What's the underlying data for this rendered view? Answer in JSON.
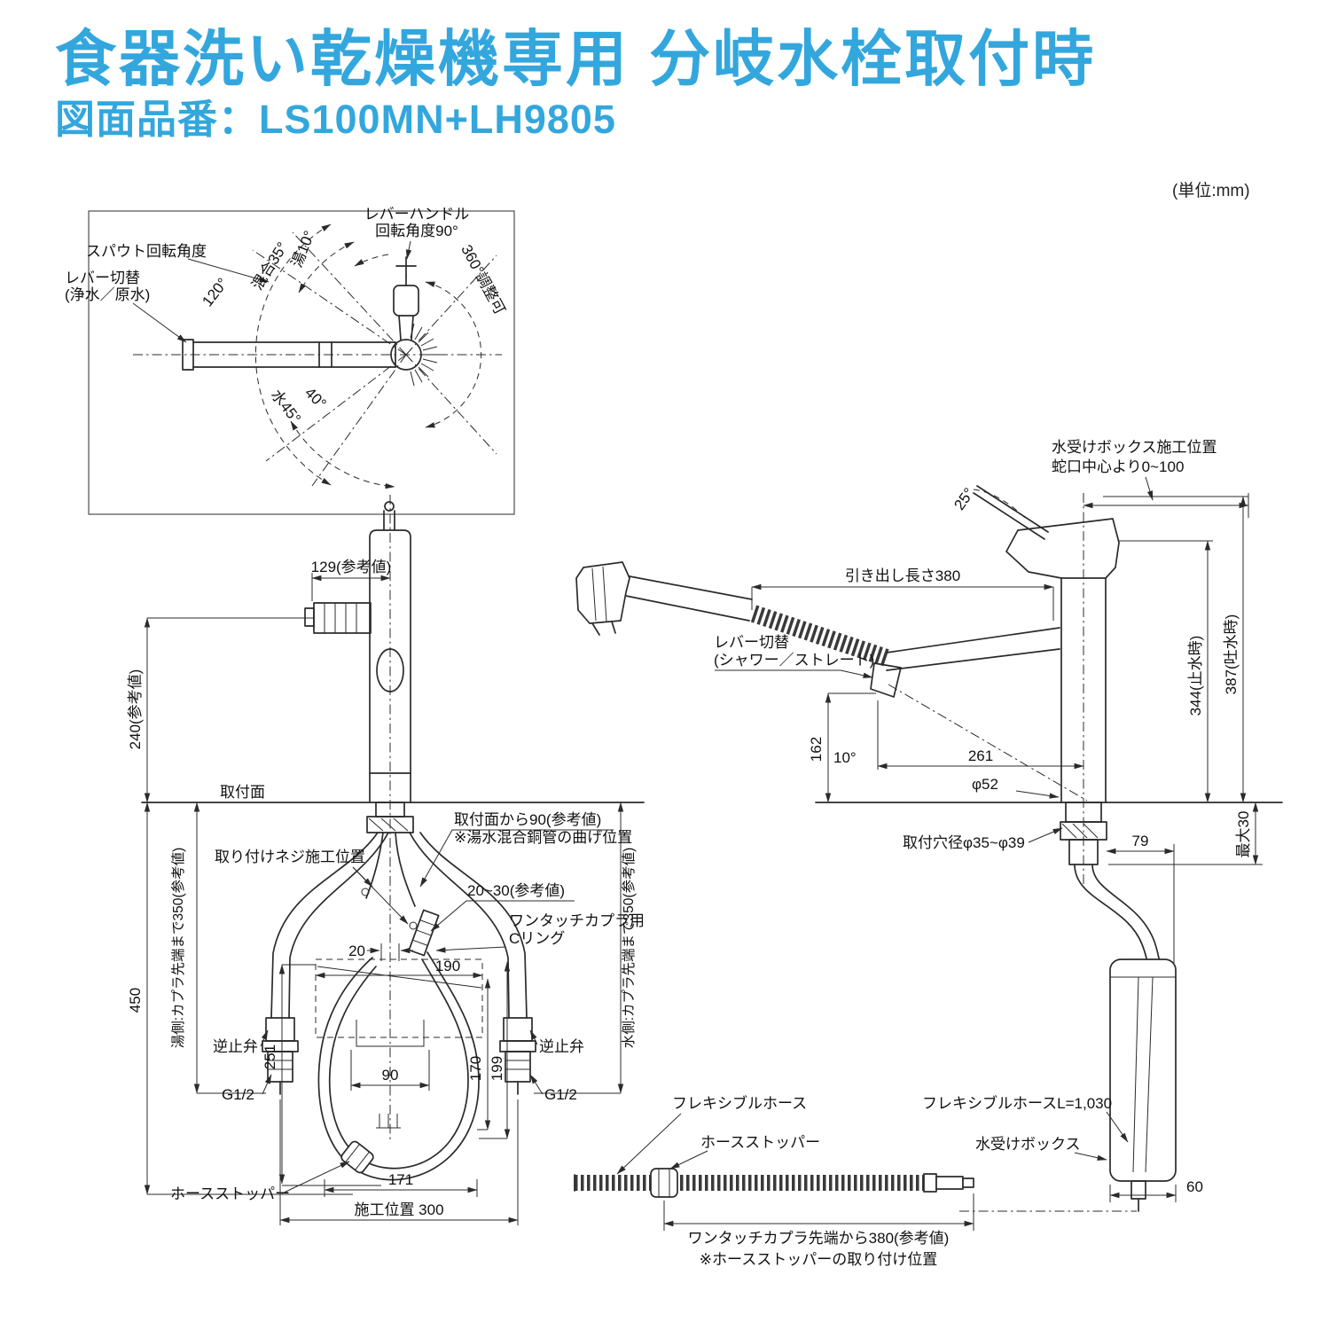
{
  "colors": {
    "accent_blue": "#33a7dd",
    "line": "#222222"
  },
  "header": {
    "title": "食器洗い乾燥機専用 分岐水栓取付時",
    "subtitle": "図面品番：LS100MN+LH9805",
    "unit_note": "(単位:mm)"
  },
  "top_view": {
    "lever_handle_line1": "レバーハンドル",
    "lever_handle_line2": "回転角度90°",
    "spout_rotation": "スパウト回転角度",
    "lever_switch_line1": "レバー切替",
    "lever_switch_line2": "(浄水／原水)",
    "angle_120": "120°",
    "angle_mix35": "混合35°",
    "angle_hot10": "湯10°",
    "angle_360": "360°調整可",
    "angle_cold45": "水45°",
    "angle_40": "40°"
  },
  "front_view": {
    "dim_129": "129(参考値)",
    "dim_240": "240(参考値)",
    "dim_450": "450",
    "mount_surface": "取付面",
    "from_surface_line1": "取付面から90(参考値)",
    "from_surface_line2": "※湯水混合銅管の曲げ位置",
    "screw_position": "取り付けネジ施工位置",
    "dim_20_30": "20~30(参考値)",
    "coupler_line1": "ワンタッチカプラ用",
    "coupler_line2": "Cリング",
    "hot_side_350": "湯側:カプラ先端まで350(参考値)",
    "cold_side_350": "水側:カプラ先端まで350(参考値)",
    "dim_20": "20",
    "dim_190": "190",
    "dim_251": "251",
    "dim_90": "90",
    "dim_170": "170",
    "dim_199": "199",
    "check_valve": "逆止弁",
    "g_half": "G1/2",
    "hose_stopper": "ホースストッパー",
    "dim_171": "171",
    "dim_300": "施工位置 300"
  },
  "side_view": {
    "water_box_line1": "水受けボックス施工位置",
    "water_box_line2": "蛇口中心より0~100",
    "angle_25": "25°",
    "pullout_len": "引き出し長さ380",
    "lever_switch_line1": "レバー切替",
    "lever_switch_line2": "(シャワー／ストレート)",
    "dim_162": "162",
    "angle_10": "10°",
    "dim_261": "261",
    "dia_52": "φ52",
    "dim_344": "344(止水時)",
    "dim_387": "387(吐水時)",
    "hole_dia": "取付穴径φ35~φ39",
    "dim_79": "79",
    "max_30": "最大30",
    "flex_len": "フレキシブルホースL=1,030",
    "water_box": "水受けボックス",
    "dim_60": "60"
  },
  "hose_detail": {
    "flex_hose": "フレキシブルホース",
    "stopper": "ホースストッパー",
    "dim_380": "ワンタッチカプラ先端から380(参考値)",
    "note": "※ホースストッパーの取り付け位置"
  }
}
